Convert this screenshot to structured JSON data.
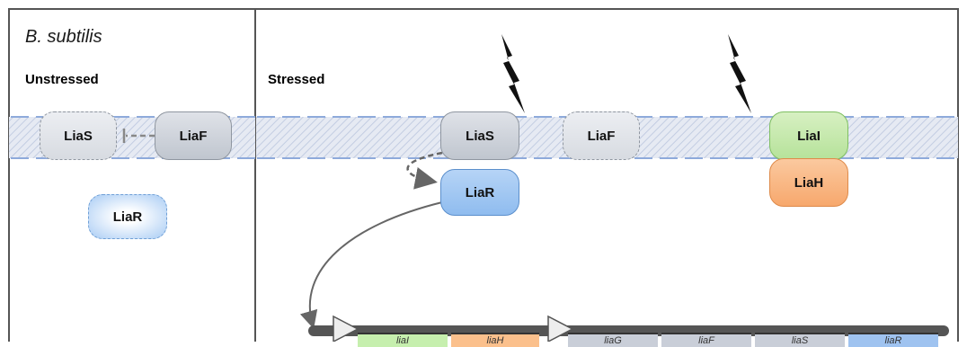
{
  "organism": "B. subtilis",
  "panels": {
    "unstressed": "Unstressed",
    "stressed": "Stressed"
  },
  "proteins": {
    "unstressed": {
      "lias": "LiaS",
      "liaf": "LiaF",
      "liar": "LiaR"
    },
    "stressed": {
      "lias": "LiaS",
      "liar": "LiaR",
      "liaf": "LiaF",
      "liai": "LiaI",
      "liah": "LiaH"
    }
  },
  "genes": [
    "liaI",
    "liaH",
    "liaG",
    "liaF",
    "liaS",
    "liaR"
  ],
  "colors": {
    "membrane_fill": "#dde3f0",
    "membrane_dash": "#8eaadb",
    "gray_protein": "#c8cdd5",
    "blue_protein": "#9cc4f2",
    "green_protein": "#c4e8a8",
    "orange_protein": "#f9b985",
    "gene_green": "#c6efae",
    "gene_orange": "#fbc08c",
    "gene_gray": "#c9ced8",
    "gene_blue": "#9fc3f0",
    "dna": "#555555"
  }
}
